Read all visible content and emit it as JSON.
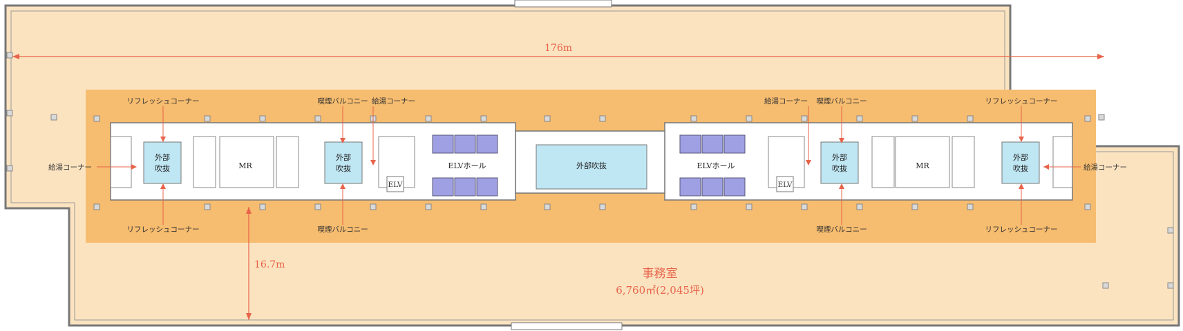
{
  "colors": {
    "outer_floor": "#fbe3c0",
    "core_band": "#f6bc6f",
    "core_corridor": "#ffffff",
    "void_blue": "#bfe6f3",
    "elevator_purple": "#9f9fe3",
    "accent": "#e8634a",
    "wall": "#777777"
  },
  "dimensions": {
    "width_label": "176m",
    "depth_label": "16.7m"
  },
  "office": {
    "name": "事務室",
    "area": "6,760㎡(2,045坪)"
  },
  "rooms": {
    "void": "外部吹抜",
    "void_line1": "外部",
    "void_line2": "吹抜",
    "meeting_room": "MR",
    "elevator_hall": "ELVホール",
    "elevator": "ELV"
  },
  "callouts": {
    "refresh": "リフレッシュコーナー",
    "smoking": "喫煙バルコニー",
    "kyuto": "給湯コーナー"
  }
}
